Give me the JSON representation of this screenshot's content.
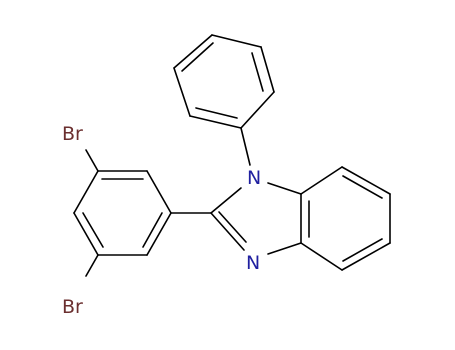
{
  "structure": {
    "atoms": {
      "br_top": "Br",
      "br_bottom": "Br",
      "n1": "N",
      "n3": "N"
    },
    "colors": {
      "bond": "#000000",
      "bromine": "#6b2f2f",
      "nitrogen": "#1f1fa0",
      "background": "#ffffff"
    }
  }
}
